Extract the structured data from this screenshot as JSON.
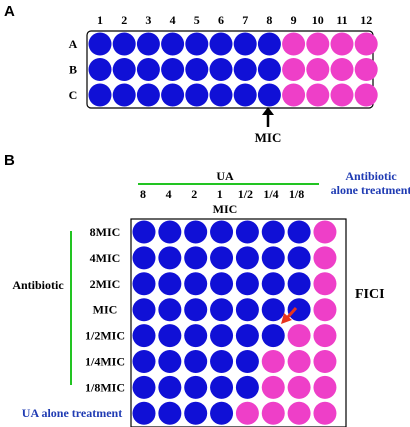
{
  "colors": {
    "blue": "#1010d6",
    "pink": "#ee3fc8",
    "green": "#22c422",
    "label_blue": "#1f3bb3",
    "arrow_red": "#e8341e"
  },
  "panel_a": {
    "letter": "A",
    "col_labels": [
      "1",
      "2",
      "3",
      "4",
      "5",
      "6",
      "7",
      "8",
      "9",
      "10",
      "11",
      "12"
    ],
    "row_labels": [
      "A",
      "B",
      "C"
    ],
    "blue_cols_per_row": [
      8,
      8,
      8
    ],
    "mic_label": "MIC",
    "mic_col": 8,
    "arrow_icon": "up-arrow-icon"
  },
  "panel_b": {
    "letter": "B",
    "ua_label": "UA",
    "x_labels": [
      "8",
      "4",
      "2",
      "1",
      "1/2",
      "1/4",
      "1/8"
    ],
    "x_mic_label": "MIC",
    "antibiotic_alone_line1": "Antibiotic",
    "antibiotic_alone_line2": "alone treatment",
    "y_title": "Antibiotic",
    "y_labels": [
      "8MIC",
      "4MIC",
      "2MIC",
      "MIC",
      "1/2MIC",
      "1/4MIC",
      "1/8MIC"
    ],
    "fici_label": "FICI",
    "ua_alone_label": "UA alone treatment",
    "pink_start_col_per_row": [
      8,
      8,
      8,
      8,
      7,
      6,
      6,
      5
    ],
    "arrow_icon": "red-arrow-icon"
  }
}
